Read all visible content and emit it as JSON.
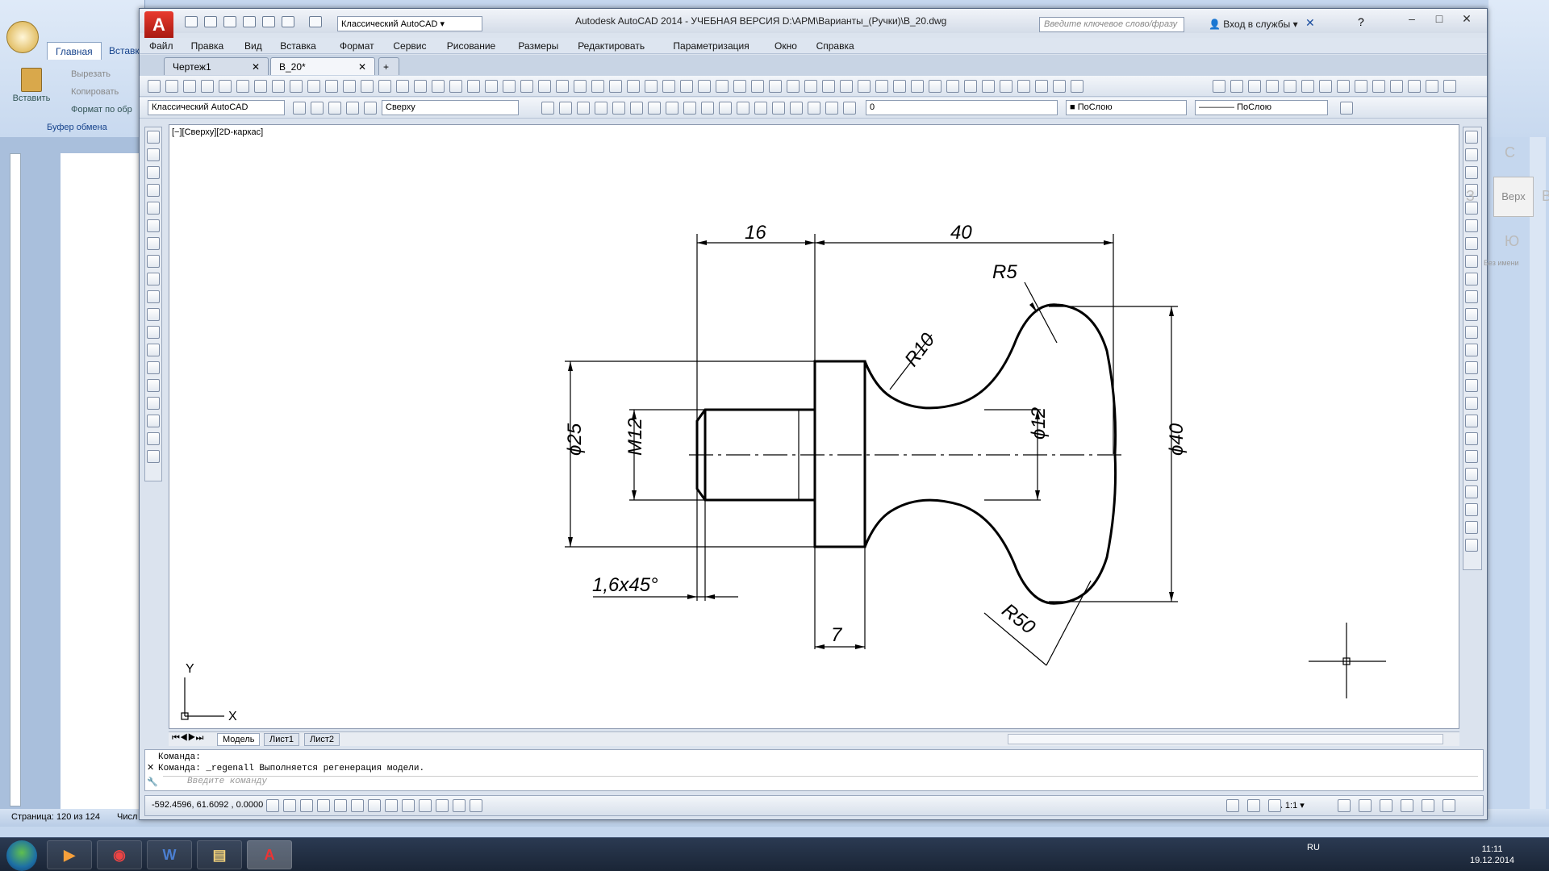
{
  "word": {
    "tabs": [
      "Главная",
      "Вставка"
    ],
    "clipboard": {
      "paste": "Вставить",
      "cut": "Вырезать",
      "copy": "Копировать",
      "format_painter": "Формат по обр",
      "group_label": "Буфер обмена"
    },
    "status": {
      "page": "Страница: 120 из 124",
      "words": "Числ"
    }
  },
  "autocad": {
    "workspace": "Классический AutoCAD",
    "title": "Autodesk AutoCAD 2014 - УЧЕБНАЯ ВЕРСИЯ     D:\\АРМ\\Варианты_(Ручки)\\В_20.dwg",
    "search_placeholder": "Введите ключевое слово/фразу",
    "login": "Вход в службы",
    "menu": [
      "Файл",
      "Правка",
      "Вид",
      "Вставка",
      "Формат",
      "Сервис",
      "Рисование",
      "Размеры",
      "Редактировать",
      "Параметризация",
      "Окно",
      "Справка"
    ],
    "file_tabs": [
      "Чертеж1",
      "В_20*"
    ],
    "toolbar2": {
      "workspace_combo": "Классический AutoCAD",
      "view_combo": "Сверху",
      "layer_combo": "0",
      "color_combo": "ПоСлою",
      "linetype_combo": "ПоСлою"
    },
    "viewport_label": "[−][Сверху][2D-каркас]",
    "viewcube": {
      "n": "С",
      "s": "Ю",
      "w": "З",
      "e": "В",
      "face": "Верх",
      "ucs": "Без имени"
    },
    "layout_tabs": [
      "Модель",
      "Лист1",
      "Лист2"
    ],
    "command": {
      "line1": "Команда:",
      "line2": "Команда:  _regenall Выполняется регенерация модели.",
      "prompt": "Введите команду"
    },
    "coords": "-592.4596, 61.6092 , 0.0000",
    "scale": "1:1"
  },
  "drawing": {
    "dims": {
      "d16": "16",
      "d40": "40",
      "r5": "R5",
      "r10": "R10",
      "phi25": "ϕ25",
      "m12": "M12",
      "phi12": "ϕ12",
      "phi40": "ϕ40",
      "chamfer": "1,6x45°",
      "d7": "7",
      "r50": "R50"
    },
    "ucs": {
      "x": "X",
      "y": "Y"
    }
  },
  "taskbar": {
    "lang": "RU",
    "time": "11:11",
    "date": "19.12.2014"
  }
}
